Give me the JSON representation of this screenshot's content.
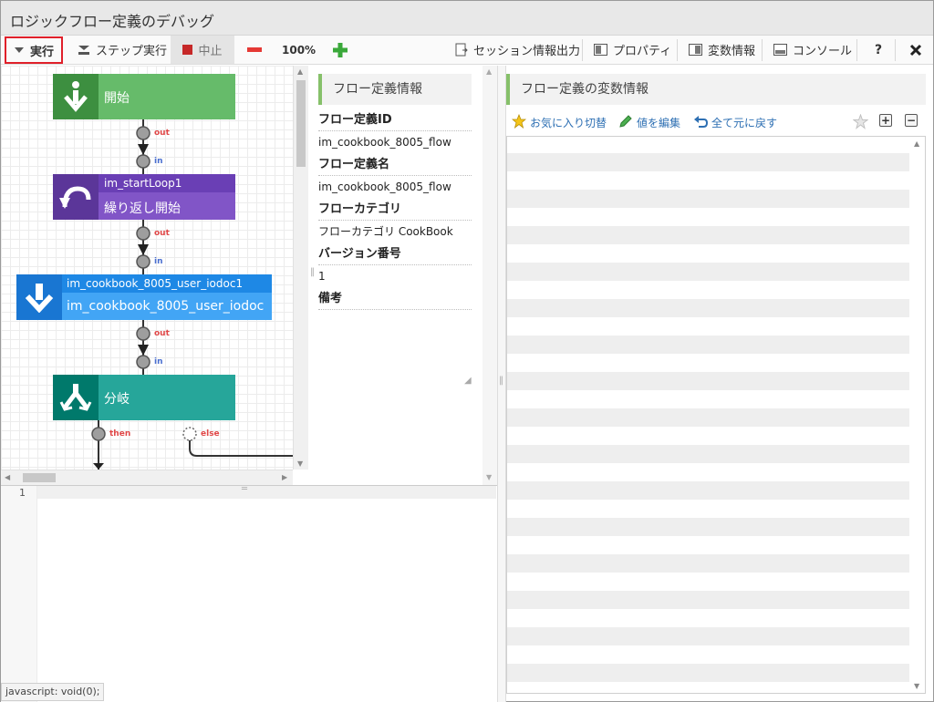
{
  "window": {
    "title": "ロジックフロー定義のデバッグ"
  },
  "toolbar": {
    "run": "実行",
    "step": "ステップ実行",
    "stop": "中止",
    "zoom": "100%",
    "session": "セッション情報出力",
    "properties": "プロパティ",
    "variables": "変数情報",
    "console": "コンソール",
    "help": "?"
  },
  "flow": {
    "nodes": [
      {
        "title": "",
        "label": "開始",
        "color": "#5cb85c",
        "icon": "start-arrow-icon"
      },
      {
        "title": "im_startLoop1",
        "label": "繰り返し開始",
        "color": "#7d52c4",
        "icon": "loop-icon"
      },
      {
        "title": "im_cookbook_8005_user_iodoc1",
        "label": "im_cookbook_8005_user_iodoc",
        "color": "#3d99ea",
        "icon": "down-arrow-icon"
      },
      {
        "title": "",
        "label": "分岐",
        "color": "#26a69a",
        "icon": "branch-icon"
      }
    ],
    "ports": {
      "out": "out",
      "in": "in",
      "then": "then",
      "else": "else"
    }
  },
  "info": {
    "header": "フロー定義情報",
    "fields": [
      {
        "key": "フロー定義ID",
        "value": "im_cookbook_8005_flow"
      },
      {
        "key": "フロー定義名",
        "value": "im_cookbook_8005_flow"
      },
      {
        "key": "フローカテゴリ",
        "value": "フローカテゴリ CookBook"
      },
      {
        "key": "バージョン番号",
        "value": "1"
      },
      {
        "key": "備考",
        "value": ""
      }
    ]
  },
  "vars": {
    "header": "フロー定義の変数情報",
    "favorite": "お気に入り切替",
    "edit": "値を編集",
    "reset": "全て元に戻す"
  },
  "editor": {
    "line": "1"
  },
  "status": "javascript: void(0);",
  "colors": {
    "accent_green": "#86c06a",
    "link": "#2d6fb3",
    "highlight": "#e0202a"
  }
}
